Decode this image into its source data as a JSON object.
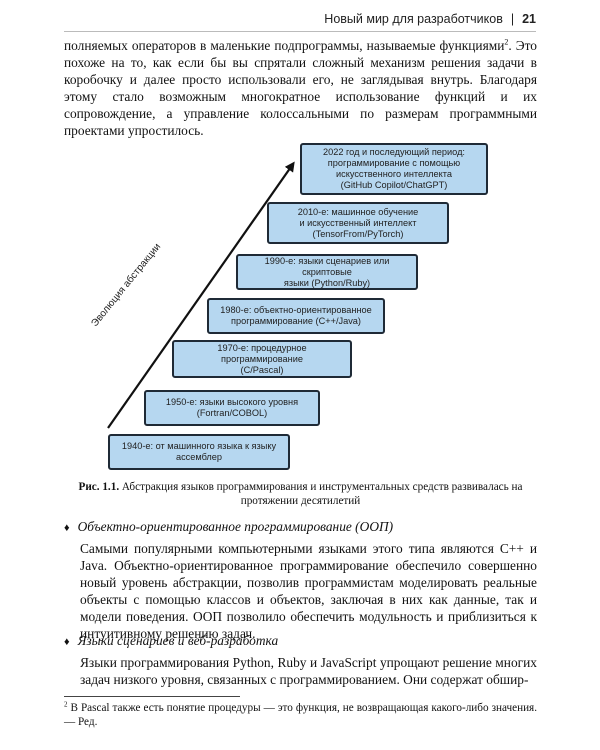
{
  "header": {
    "section_title": "Новый мир для разработчиков",
    "separator": "|",
    "page_number": "21"
  },
  "intro_paragraph": {
    "text_before_ref": "полняемых операторов в маленькие подпрограммы, называемые функциями",
    "footnote_ref": "2",
    "text_after_ref": ". Это похоже на то, как если бы вы спрятали сложный механизм решения задачи в коробочку и далее просто использовали его, не заглядывая внутрь. Благодаря этому стало возможным многократное использование функций и их сопровождение, а управление колоссальными по размерам программными проектами упростилось."
  },
  "figure": {
    "axis_label": "Эволюция абстракции",
    "steps": [
      {
        "text": "1940-е: от машинного языка к языку\nассемблер"
      },
      {
        "text": "1950-е: языки высокого уровня\n(Fortran/COBOL)"
      },
      {
        "text": "1970-е: процедурное программирование\n(C/Pascal)"
      },
      {
        "text": "1980-е: объектно-ориентированное\nпрограммирование (C++/Java)"
      },
      {
        "text": "1990-е: языки сценариев или скриптовые\nязыки (Python/Ruby)"
      },
      {
        "text": "2010-е: машинное обучение\nи искусственный интеллект\n(TensorFrom/PyTorch)"
      },
      {
        "text": "2022 год и последующий период:\nпрограммирование с помощью\nискусственного интеллекта\n(GitHub Copilot/ChatGPT)"
      }
    ],
    "box_fill": "#b6d7f0",
    "box_border": "#1f2a36"
  },
  "caption": {
    "label": "Рис. 1.1.",
    "text": "Абстракция языков программирования и инструментальных средств развивалась на протяжении десятилетий"
  },
  "bullets": [
    {
      "marker": "♦",
      "title": "Объектно-ориентированное программирование (ООП)",
      "body": "Самыми популярными компьютерными языками этого типа являются C++ и Java. Объектно-ориентированное программирование обеспечило совершенно новый уровень абстракции, позволив программистам моделировать реальные объекты с помощью классов и объектов, заключая в них как данные, так и модели поведения. ООП позволило обеспечить модульность и приблизиться к интуитивному решению задач."
    },
    {
      "marker": "♦",
      "title": "Языки сценариев и веб-разработка",
      "body": "Языки программирования Python, Ruby и JavaScript упрощают решение многих задач низкого уровня, связанных с программированием. Они содержат обшир-"
    }
  ],
  "footnote": {
    "number": "2",
    "text": "В Pascal также есть понятие процедуры — это функция, не возвращающая какого-либо значения. — Ред."
  }
}
